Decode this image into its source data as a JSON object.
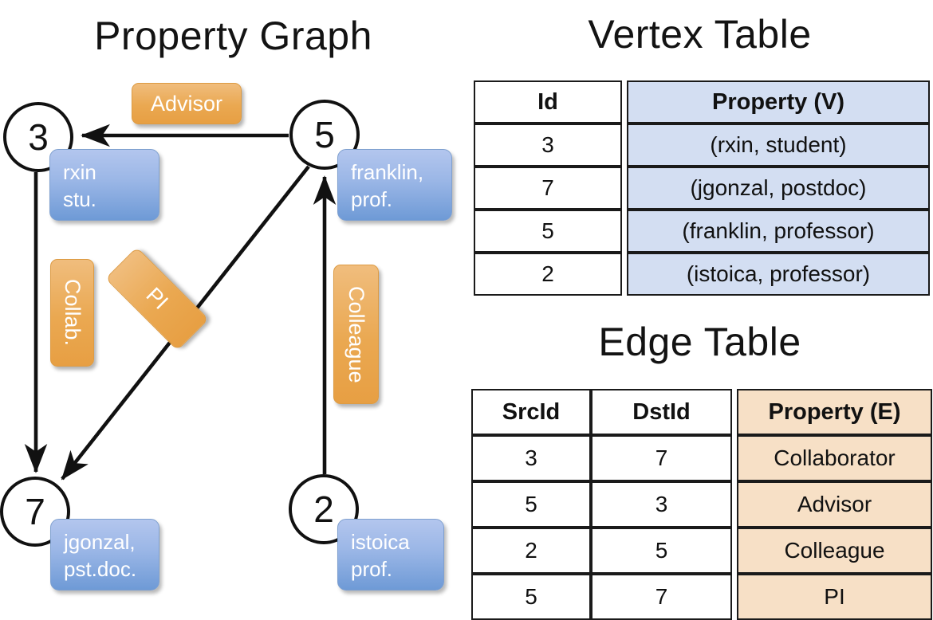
{
  "titles": {
    "property_graph": "Property Graph",
    "vertex_table": "Vertex Table",
    "edge_table": "Edge Table"
  },
  "graph": {
    "nodes": [
      {
        "id": "3",
        "property_label": "rxin\nstu."
      },
      {
        "id": "5",
        "property_label": "franklin,\nprof."
      },
      {
        "id": "7",
        "property_label": "jgonzal,\npst.doc."
      },
      {
        "id": "2",
        "property_label": "istoica\nprof."
      }
    ],
    "node_labels": {
      "n3_line1": "rxin",
      "n3_line2": "stu.",
      "n5_line1": "franklin,",
      "n5_line2": "prof.",
      "n7_line1": "jgonzal,",
      "n7_line2": "pst.doc.",
      "n2_line1": "istoica",
      "n2_line2": "prof."
    },
    "edge_labels": {
      "advisor": "Advisor",
      "collab": "Collab.",
      "pi": "PI",
      "colleague": "Colleague"
    },
    "edges": [
      {
        "from": "5",
        "to": "3",
        "label": "Advisor"
      },
      {
        "from": "3",
        "to": "7",
        "label": "Collab."
      },
      {
        "from": "5",
        "to": "7",
        "label": "PI"
      },
      {
        "from": "2",
        "to": "5",
        "label": "Colleague"
      }
    ]
  },
  "vertex_table": {
    "headers": {
      "id": "Id",
      "property": "Property (V)"
    },
    "rows": [
      {
        "id": "3",
        "property": "(rxin, student)"
      },
      {
        "id": "7",
        "property": "(jgonzal, postdoc)"
      },
      {
        "id": "5",
        "property": "(franklin, professor)"
      },
      {
        "id": "2",
        "property": "(istoica, professor)"
      }
    ]
  },
  "edge_table": {
    "headers": {
      "src": "SrcId",
      "dst": "DstId",
      "property": "Property (E)"
    },
    "rows": [
      {
        "src": "3",
        "dst": "7",
        "property": "Collaborator"
      },
      {
        "src": "5",
        "dst": "3",
        "property": "Advisor"
      },
      {
        "src": "2",
        "dst": "5",
        "property": "Colleague"
      },
      {
        "src": "5",
        "dst": "7",
        "property": "PI"
      }
    ]
  },
  "colors": {
    "vertex_property_fill": "#d3def2",
    "edge_property_fill": "#f7e0c6",
    "node_box_blue": "#9ab6e6",
    "edge_label_orange": "#eaa851",
    "stroke": "#111111"
  }
}
